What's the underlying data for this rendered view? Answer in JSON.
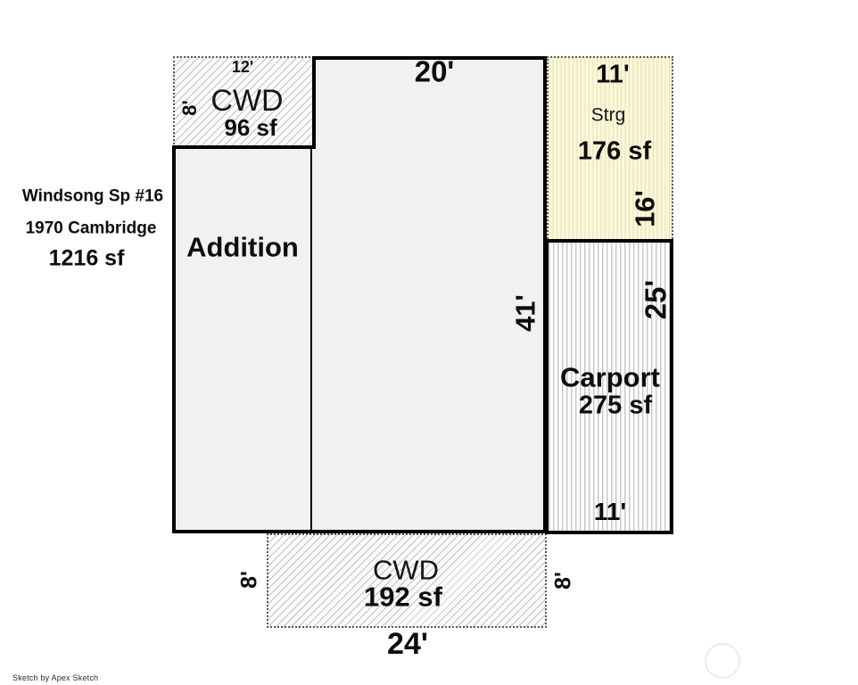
{
  "page": {
    "credit": "Sketch by Apex Sketch"
  },
  "property": {
    "name": "Windsong Sp #16",
    "address": "1970 Cambridge",
    "total_area": "1216 sf"
  },
  "areas": {
    "addition": {
      "label": "Addition"
    },
    "main": {
      "dim_top": "20'",
      "dim_right": "41'"
    },
    "cwd_top": {
      "label": "CWD",
      "area": "96 sf",
      "dim_top": "12'",
      "dim_left": "8'"
    },
    "strg": {
      "label": "Strg",
      "area": "176 sf",
      "dim_top": "11'",
      "dim_right": "16'"
    },
    "carport": {
      "label": "Carport",
      "area": "275 sf",
      "dim_right": "25'",
      "dim_bottom": "11'"
    },
    "cwd_bottom": {
      "label": "CWD",
      "area": "192 sf",
      "dim_left": "8'",
      "dim_right": "8'",
      "dim_bottom": "24'"
    }
  },
  "colors": {
    "outline": "#000000",
    "building_fill": "#f1f1ef",
    "hatch_line": "#c0c0c0",
    "strg_fill": "#fbf8d9",
    "strg_line": "#e6e2ba",
    "carport_line": "#c9c9c9",
    "dotted_border": "#5a5a5a"
  }
}
